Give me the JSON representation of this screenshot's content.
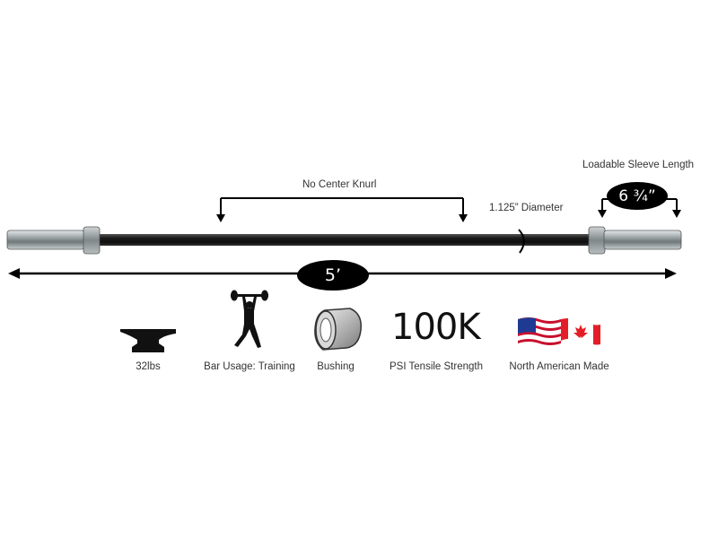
{
  "annotations": {
    "no_center_knurl": "No Center Knurl",
    "diameter": "1.125” Diameter",
    "sleeve_label": "Loadable Sleeve Length",
    "sleeve_value": "6 ¾”",
    "length_value": "5’"
  },
  "specs": [
    {
      "icon": "anvil-icon",
      "label": "32lbs"
    },
    {
      "icon": "weightlifter-icon",
      "label": "Bar Usage: Training"
    },
    {
      "icon": "bushing-icon",
      "label": "Bushing"
    },
    {
      "icon": "text-100k",
      "value": "100K",
      "label": "PSI Tensile Strength"
    },
    {
      "icon": "usa-canada-flag-icon",
      "label": "North American Made"
    }
  ],
  "colors": {
    "bar_shaft": "#1a1a1a",
    "sleeve": "#9aa3a6",
    "pill": "#000000",
    "usa_red": "#c8102e",
    "usa_blue": "#1f3a93",
    "canada_red": "#e41e26"
  }
}
